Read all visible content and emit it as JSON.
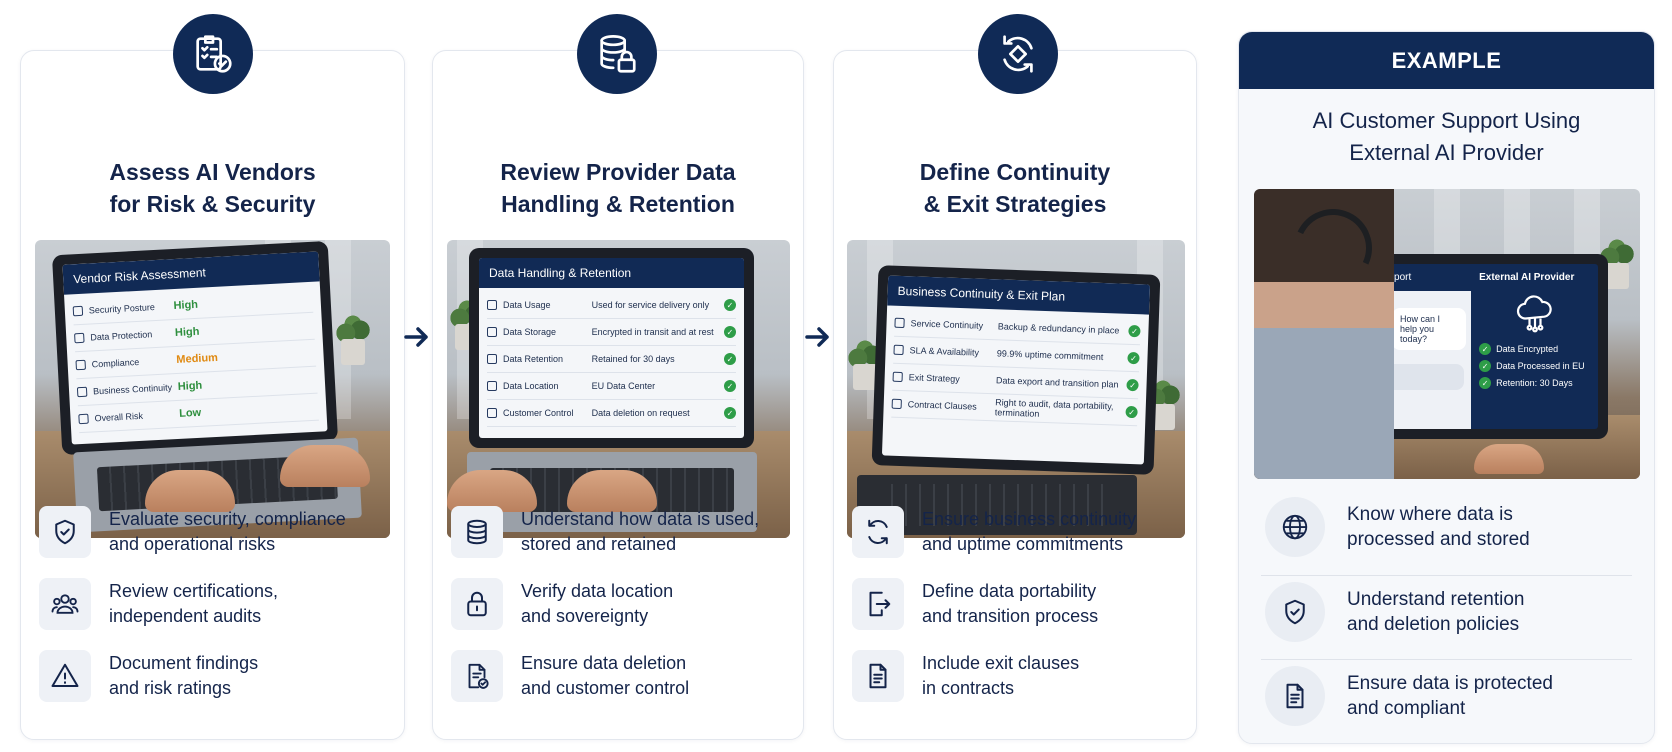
{
  "columns": [
    {
      "title": [
        "Assess AI Vendors",
        "for Risk & Security"
      ],
      "badge_icon": "clipboard-check-icon",
      "screen": {
        "title": "Vendor Risk Assessment",
        "rows": [
          {
            "label": "Security Posture",
            "value": "High",
            "color": "#2e8f3e"
          },
          {
            "label": "Data Protection",
            "value": "High",
            "color": "#2e8f3e"
          },
          {
            "label": "Compliance",
            "value": "Medium",
            "color": "#e08a12"
          },
          {
            "label": "Business Continuity",
            "value": "High",
            "color": "#2e8f3e"
          },
          {
            "label": "Overall Risk",
            "value": "Low",
            "color": "#2e8f3e"
          }
        ]
      },
      "features": [
        {
          "icon": "shield-check-icon",
          "lines": [
            "Evaluate security, compliance",
            "and operational risks"
          ]
        },
        {
          "icon": "people-icon",
          "lines": [
            "Review certifications,",
            "independent audits"
          ]
        },
        {
          "icon": "warning-icon",
          "lines": [
            "Document findings",
            "and risk ratings"
          ]
        }
      ]
    },
    {
      "title": [
        "Review Provider Data",
        "Handling & Retention"
      ],
      "badge_icon": "database-lock-icon",
      "screen": {
        "title": "Data Handling & Retention",
        "rows": [
          {
            "label": "Data Usage",
            "value": "Used for service delivery only"
          },
          {
            "label": "Data Storage",
            "value": "Encrypted in transit and at rest"
          },
          {
            "label": "Data Retention",
            "value": "Retained for 30 days"
          },
          {
            "label": "Data Location",
            "value": "EU Data Center"
          },
          {
            "label": "Customer Control",
            "value": "Data deletion on request"
          }
        ]
      },
      "features": [
        {
          "icon": "database-icon",
          "lines": [
            "Understand how data is used,",
            "stored and retained"
          ]
        },
        {
          "icon": "lock-icon",
          "lines": [
            "Verify data location",
            "and sovereignty"
          ]
        },
        {
          "icon": "document-check-icon",
          "lines": [
            "Ensure data deletion",
            "and customer control"
          ]
        }
      ]
    },
    {
      "title": [
        "Define Continuity",
        "& Exit Strategies"
      ],
      "badge_icon": "continuity-cycle-icon",
      "screen": {
        "title": "Business Continuity & Exit Plan",
        "rows": [
          {
            "label": "Service Continuity",
            "value": "Backup & redundancy in place"
          },
          {
            "label": "SLA & Availability",
            "value": "99.9% uptime commitment"
          },
          {
            "label": "Exit Strategy",
            "value": "Data export and transition plan"
          },
          {
            "label": "Contract Clauses",
            "value": "Right to audit, data portability, termination"
          }
        ]
      },
      "features": [
        {
          "icon": "refresh-icon",
          "lines": [
            "Ensure business continuity",
            "and uptime commitments"
          ]
        },
        {
          "icon": "export-icon",
          "lines": [
            "Define data portability",
            "and transition process"
          ]
        },
        {
          "icon": "document-icon",
          "lines": [
            "Include exit clauses",
            "in contracts"
          ]
        }
      ]
    }
  ],
  "example": {
    "header": "EXAMPLE",
    "title": [
      "AI Customer Support Using",
      "External AI Provider"
    ],
    "screen": {
      "left_title": "AI Support",
      "right_title": "External AI Provider",
      "bubble": "How can I help you today?",
      "typing": "•••",
      "checks": [
        "Data Encrypted",
        "Data Processed in EU",
        "Retention: 30 Days"
      ]
    },
    "features": [
      {
        "icon": "globe-icon",
        "lines": [
          "Know where data is",
          "processed and stored"
        ]
      },
      {
        "icon": "shield-check-icon",
        "lines": [
          "Understand retention",
          "and deletion policies"
        ]
      },
      {
        "icon": "document-icon",
        "lines": [
          "Ensure data is protected",
          "and compliant"
        ]
      }
    ]
  },
  "colors": {
    "navy": "#102a56",
    "text": "#14244a",
    "green": "#2e9d48",
    "orange": "#e08a12"
  }
}
